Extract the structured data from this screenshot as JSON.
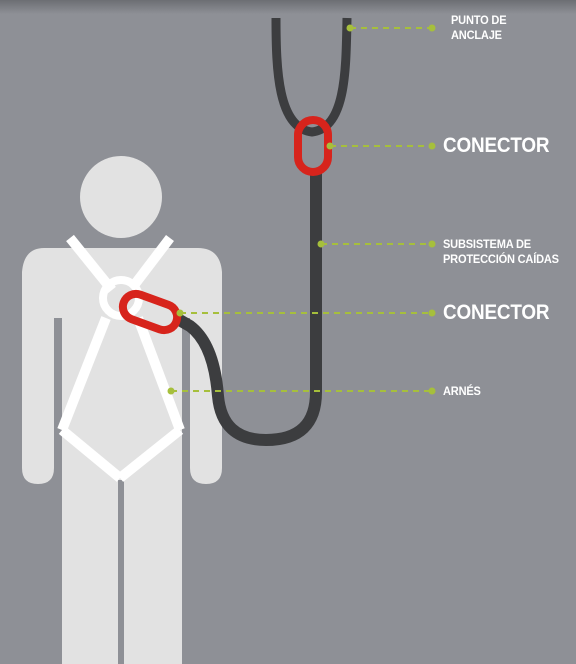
{
  "colors": {
    "background": "#8e9096",
    "figure": "#e2e2e2",
    "harness": "#ffffff",
    "lanyard": "#3c3d3f",
    "connector": "#d7241c",
    "leader_line": "#a6bf3c",
    "label_text": "#ffffff"
  },
  "labels": {
    "anchor_point": {
      "line1": "PUNTO DE",
      "line2": "ANCLAJE"
    },
    "connector_top": {
      "text": "CONECTOR"
    },
    "fall_protection": {
      "line1": "SUBSISTEMA DE",
      "line2": "PROTECCIÓN CAÍDAS"
    },
    "connector_bottom": {
      "text": "CONECTOR"
    },
    "harness": {
      "text": "ARNÉS"
    }
  }
}
